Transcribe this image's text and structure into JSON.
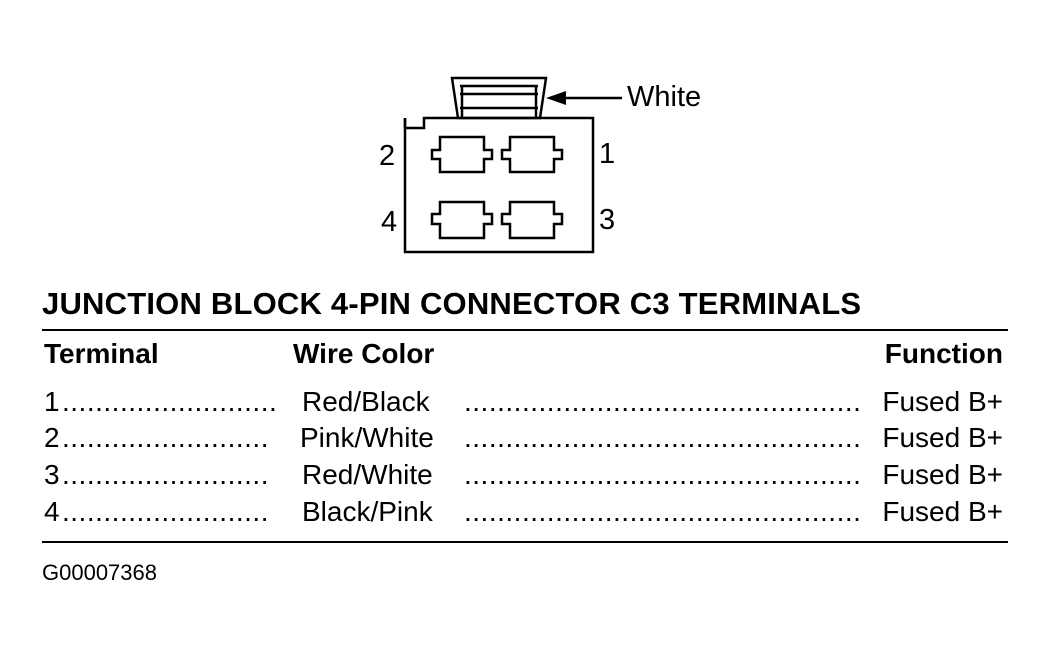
{
  "diagram": {
    "latch_label": "White",
    "pin_labels": {
      "pin_1": "1",
      "pin_2": "2",
      "pin_3": "3",
      "pin_4": "4"
    }
  },
  "table": {
    "title": "JUNCTION BLOCK 4-PIN CONNECTOR C3 TERMINALS",
    "headers": {
      "terminal": "Terminal",
      "wire_color": "Wire Color",
      "function": "Function"
    },
    "rows": [
      {
        "terminal": "1",
        "wire_color": "Red/Black",
        "function": "Fused B+"
      },
      {
        "terminal": "2",
        "wire_color": "Pink/White",
        "function": "Fused B+"
      },
      {
        "terminal": "3",
        "wire_color": "Red/White",
        "function": "Fused B+"
      },
      {
        "terminal": "4",
        "wire_color": "Black/Pink",
        "function": "Fused B+"
      }
    ]
  },
  "figure_id": "G00007368"
}
